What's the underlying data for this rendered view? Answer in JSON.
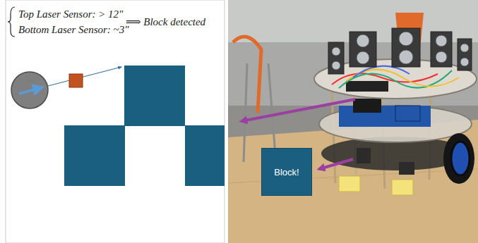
{
  "diagram": {
    "nodes": [
      {
        "text": [
          "Block!"
        ]
      }
    ],
    "labels": [
      "Top Laser Sensor: > 12\"",
      "Bottom Laser Sensor: ~3\"",
      "⟹ Block detected"
    ]
  }
}
